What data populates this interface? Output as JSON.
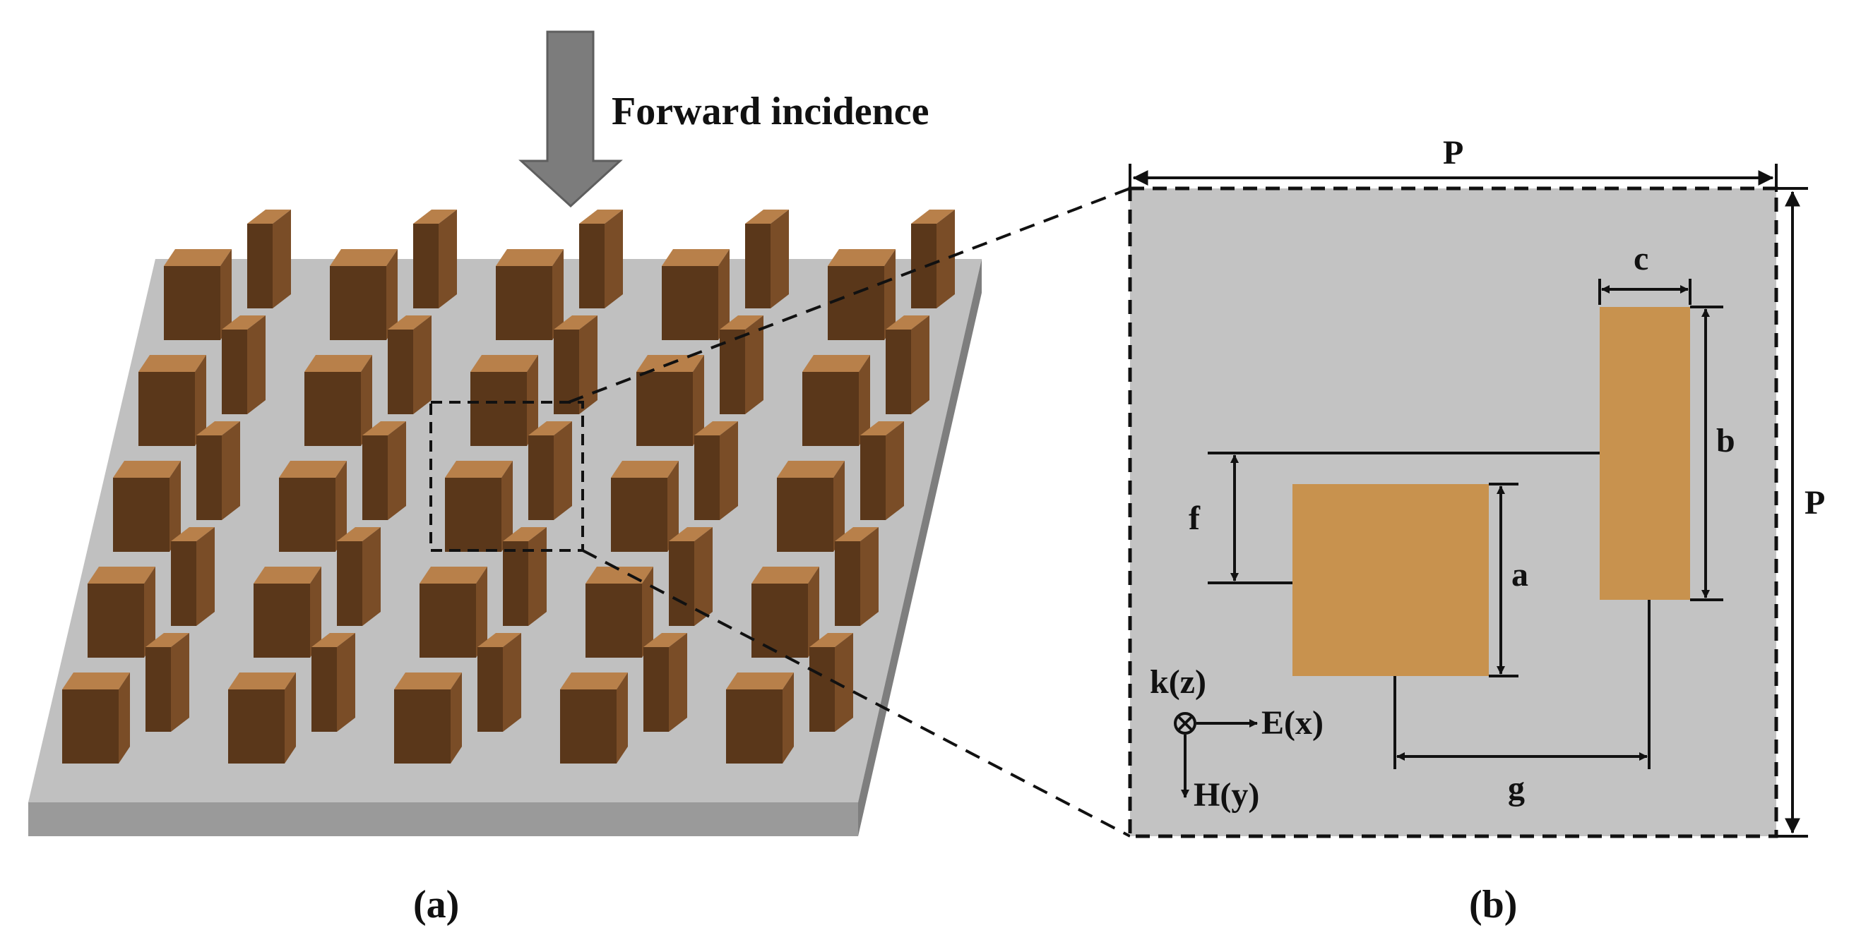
{
  "panel_a": {
    "incidence_label": "Forward incidence",
    "caption": "(a)",
    "grid": {
      "rows": 5,
      "cols": 5
    }
  },
  "panel_b": {
    "caption": "(b)",
    "dimensions": {
      "P_top": "P",
      "P_right": "P",
      "a": "a",
      "b": "b",
      "c": "c",
      "f": "f",
      "g": "g"
    },
    "axes": {
      "k": "k(z)",
      "E": "E(x)",
      "H": "H(y)"
    }
  },
  "colors": {
    "substrate_top": "#c0c0c0",
    "substrate_front": "#9a9a9a",
    "substrate_side": "#7e7e7e",
    "block_top": "#b8804a",
    "block_front": "#5a371a",
    "block_side": "#7a4d27",
    "unit_fill": "#c8924e",
    "cell_fill": "#c3c3c3",
    "arrow_fill": "#7c7c7c"
  }
}
